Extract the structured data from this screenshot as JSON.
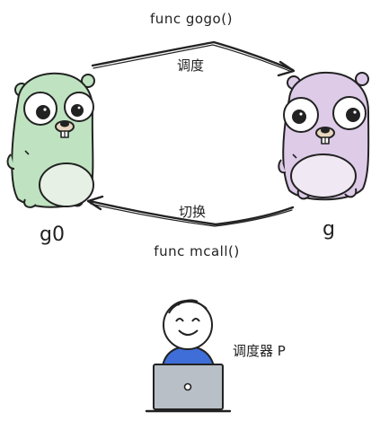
{
  "diagram": {
    "top_label": "func gogo()",
    "top_arrow_label": "调度",
    "bottom_arrow_label": "切换",
    "bottom_label": "func mcall()",
    "left_gopher_label": "g0",
    "right_gopher_label": "g",
    "scheduler_label": "调度器 P",
    "colors": {
      "g0_body": "#bfe3c0",
      "g0_belly": "#e6f0e4",
      "g_body": "#ddcbe8",
      "g_belly": "#f0e8f3",
      "stroke": "#222222",
      "person_shirt": "#3f6ed8",
      "laptop": "#b9bfc6"
    },
    "icons": [
      "gopher-green",
      "gopher-purple",
      "person-at-laptop"
    ]
  }
}
